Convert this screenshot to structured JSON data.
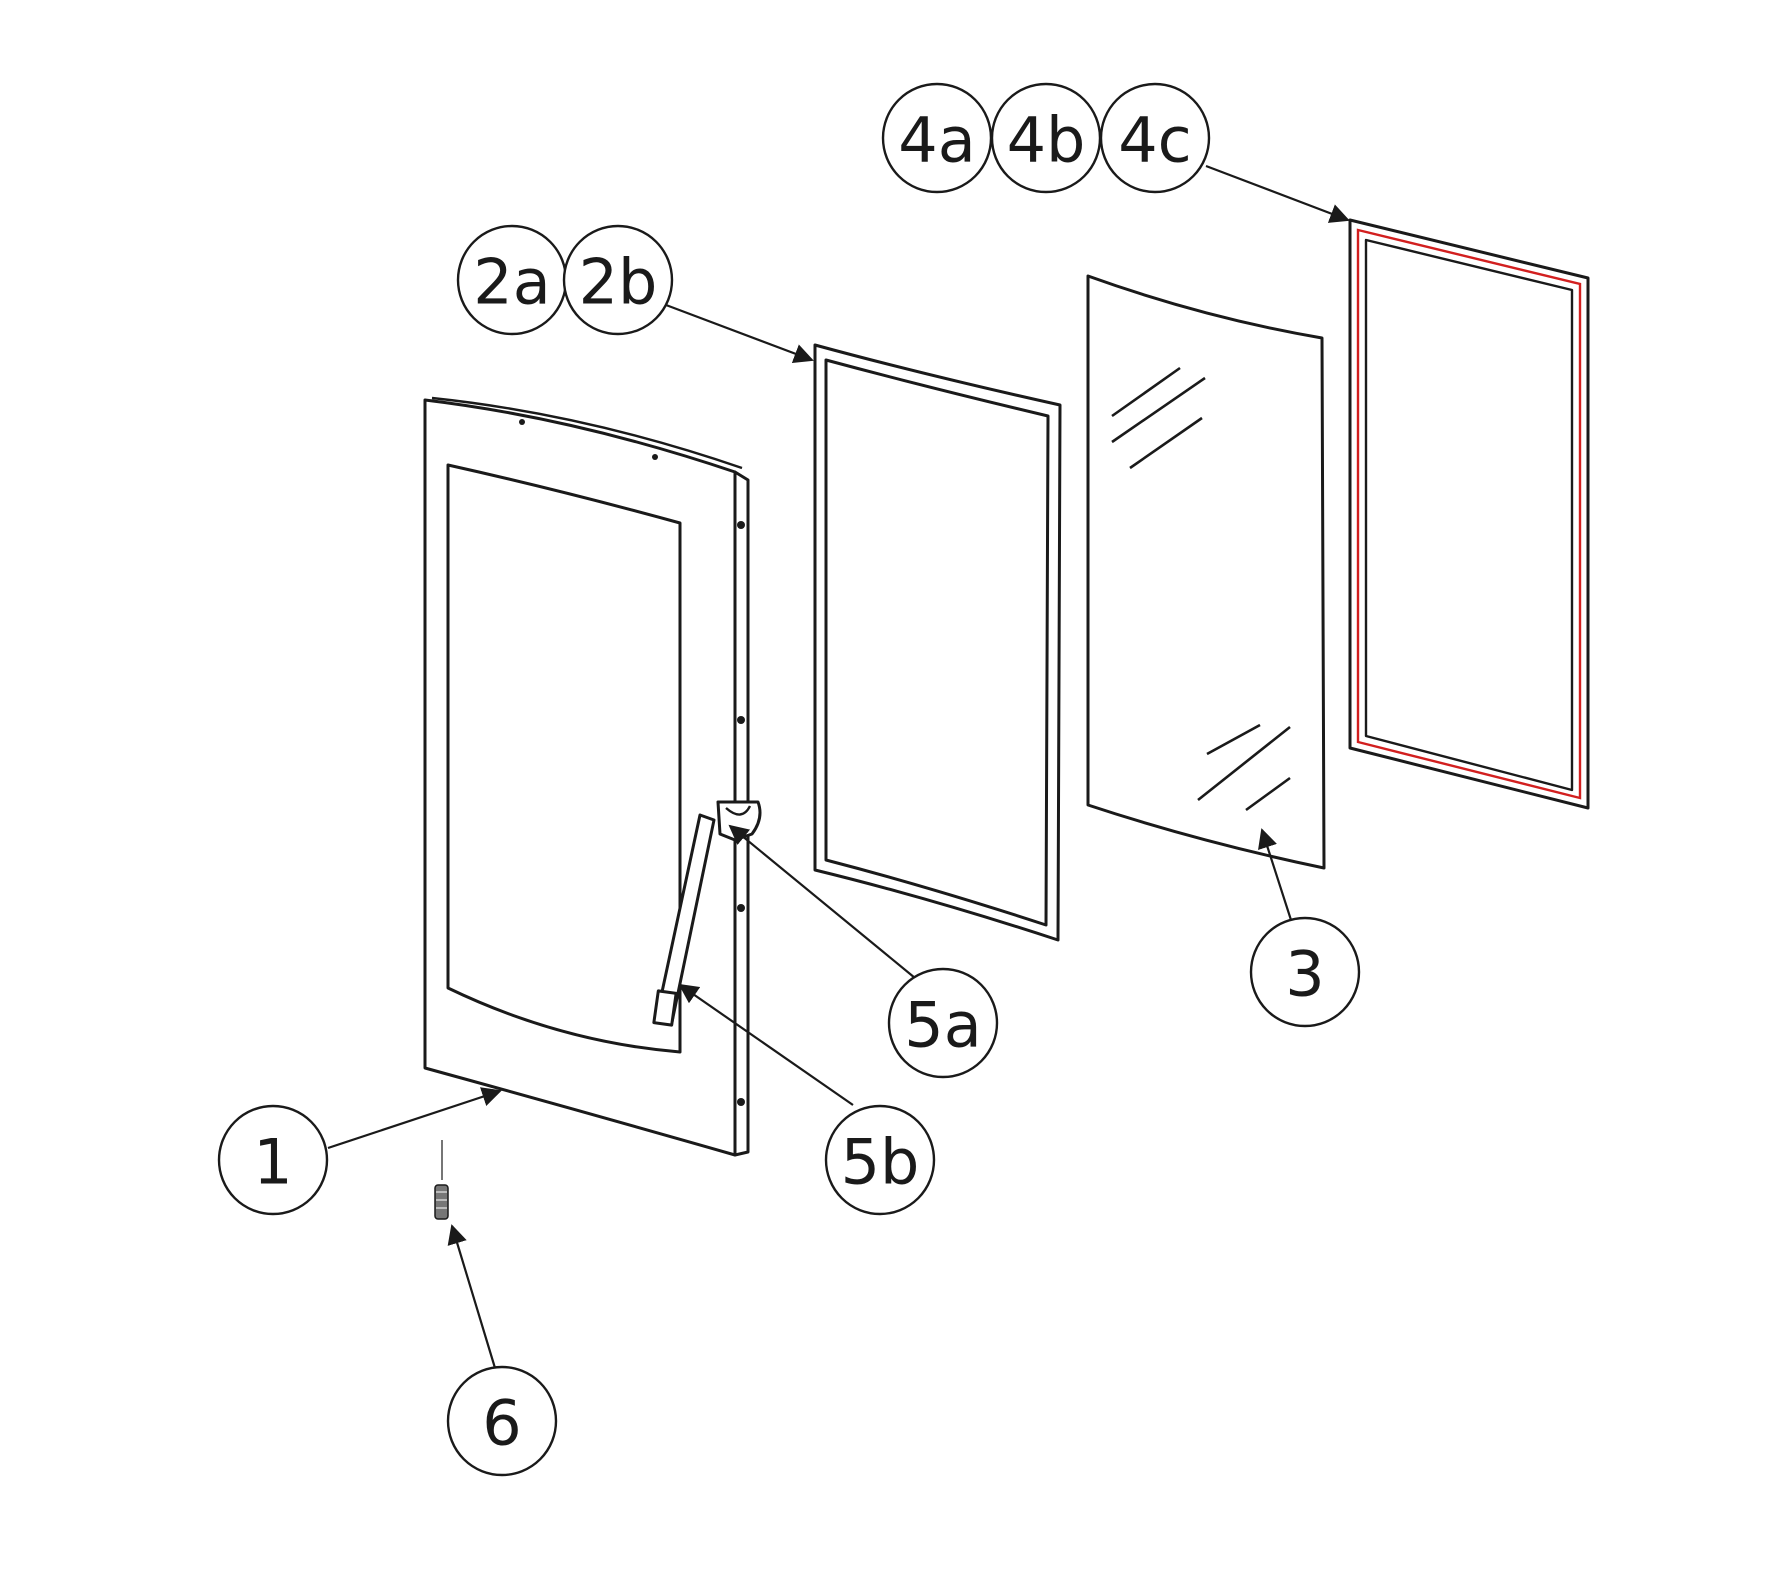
{
  "colors": {
    "line": "#1a1a1a",
    "background": "#ffffff",
    "seal_highlight": "#d21f1f"
  },
  "callouts": {
    "c1": "1",
    "c2a": "2a",
    "c2b": "2b",
    "c3": "3",
    "c4a": "4a",
    "c4b": "4b",
    "c4c": "4c",
    "c5a": "5a",
    "c5b": "5b",
    "c6": "6"
  }
}
